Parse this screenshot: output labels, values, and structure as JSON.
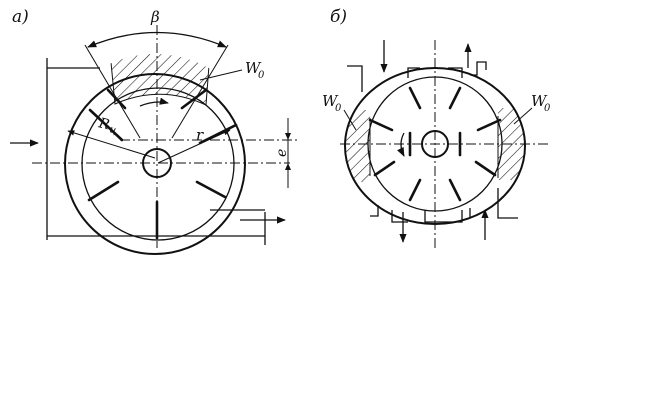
{
  "diagram_a": {
    "label": "а)",
    "labels": {
      "beta": "β",
      "w0": "W",
      "w0_sub": "0",
      "rc": "R",
      "rc_sub": "ц",
      "r": "r",
      "e": "e"
    }
  },
  "diagram_b": {
    "label": "б)",
    "labels": {
      "w0_left": "W",
      "w0_left_sub": "0",
      "w0_right": "W",
      "w0_right_sub": "0"
    }
  },
  "colors": {
    "ink": "#111111",
    "background": "#ffffff"
  }
}
